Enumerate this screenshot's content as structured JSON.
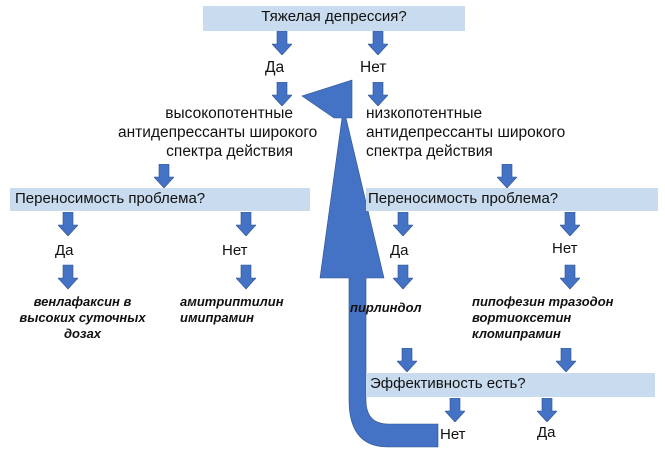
{
  "nodes": {
    "q_depression": "Тяжелая депрессия?",
    "yes_1": "Да",
    "no_1": "Нет",
    "high_potency": [
      "высокопотентные",
      "антидепрессанты широкого",
      "спектра действия"
    ],
    "low_potency": [
      "низкопотентные",
      "антидепрессанты широкого",
      "спектра действия"
    ],
    "q_tolerance_left": "Переносимость проблема?",
    "q_tolerance_right": "Переносимость проблема?",
    "yes_left": "Да",
    "no_left": "Нет",
    "yes_right": "Да",
    "no_right": "Нет",
    "drugs_left_yes": [
      "венлафаксин в",
      "высоких суточных",
      "дозах"
    ],
    "drugs_left_no": [
      "амитриптилин",
      "имипрамин"
    ],
    "drugs_right_yes": "пирлиндол",
    "drugs_right_no": [
      "пипофезин тразодон",
      "вортиоксетин",
      "кломипрамин"
    ],
    "q_effective": "Эффективность есть?",
    "no_effective": "Нет",
    "yes_effective": "Да"
  },
  "colors": {
    "arrow": "#4472c4",
    "arrow_stroke": "#2f528f",
    "box": "#c9dbee"
  }
}
